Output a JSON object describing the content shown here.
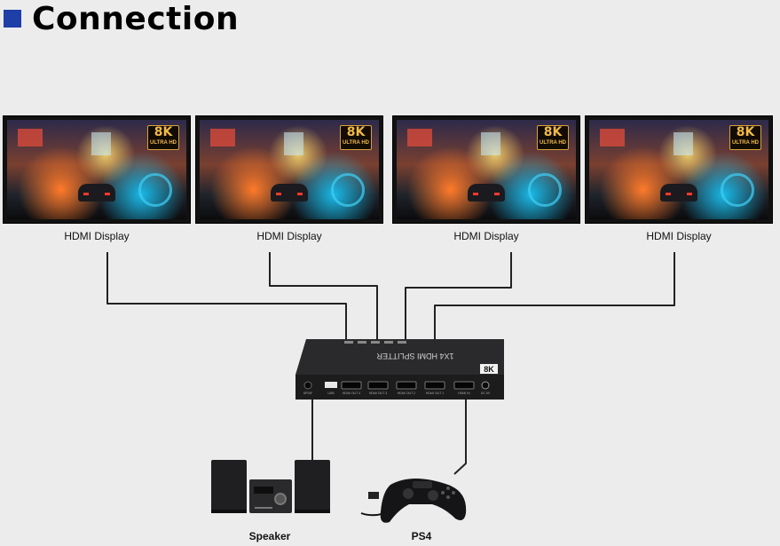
{
  "header": {
    "title": "Connection",
    "accent_color": "#1e3ea8"
  },
  "displays": [
    {
      "label": "HDMI Display",
      "badge_big": "8K",
      "badge_small": "ULTRA HD"
    },
    {
      "label": "HDMI Display",
      "badge_big": "8K",
      "badge_small": "ULTRA HD"
    },
    {
      "label": "HDMI Display",
      "badge_big": "8K",
      "badge_small": "ULTRA HD"
    },
    {
      "label": "HDMI Display",
      "badge_big": "8K",
      "badge_small": "ULTRA HD"
    }
  ],
  "splitter": {
    "name": "1X4 HDMI SPLITTER",
    "badge": "8K",
    "ports": [
      "HDMI OUT 4",
      "HDMI OUT 3",
      "HDMI OUT 2",
      "HDMI OUT 1",
      "HDMI IN",
      "DC 5V"
    ],
    "audio_port": "SPDIF",
    "usb_port": "USB"
  },
  "devices": {
    "speaker_label": "Speaker",
    "source_label": "PS4"
  },
  "colors": {
    "cable": "#222222",
    "splitter_body": "#1c1c1d"
  }
}
